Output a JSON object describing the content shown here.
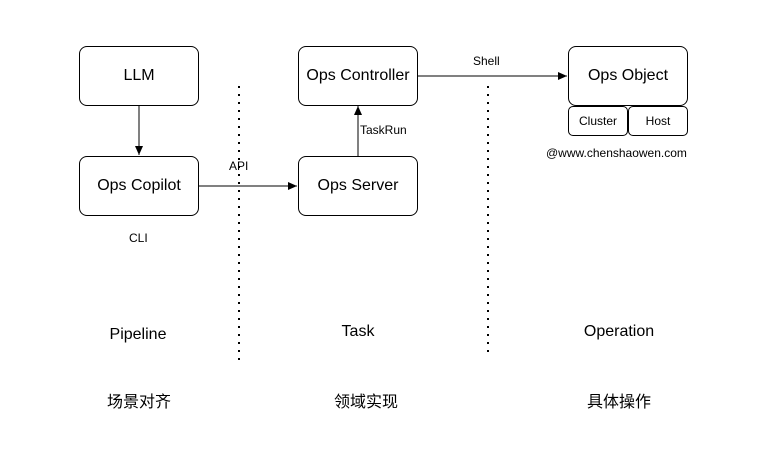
{
  "nodes": {
    "llm": "LLM",
    "ops_copilot": "Ops Copilot",
    "ops_controller": "Ops Controller",
    "ops_server": "Ops Server",
    "ops_object": "Ops Object",
    "cluster": "Cluster",
    "host": "Host"
  },
  "edge_labels": {
    "api": "API",
    "taskrun": "TaskRun",
    "shell": "Shell",
    "cli": "CLI"
  },
  "watermark": "@www.chenshaowen.com",
  "columns": [
    {
      "title": "Pipeline",
      "subtitle": "场景对齐"
    },
    {
      "title": "Task",
      "subtitle": "领域实现"
    },
    {
      "title": "Operation",
      "subtitle": "具体操作"
    }
  ]
}
